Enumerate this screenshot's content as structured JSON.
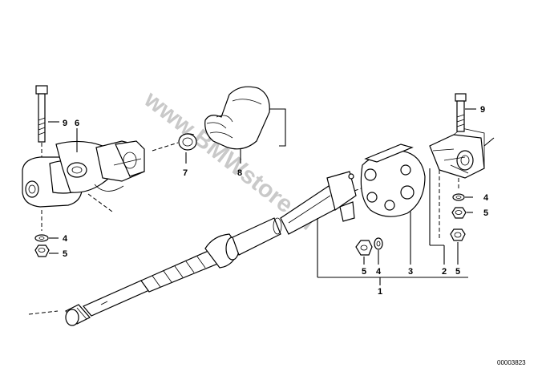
{
  "watermark": "www.BMWstore.pl",
  "diagram_code": "00003823",
  "callouts": {
    "c9_left": "9",
    "c6": "6",
    "c4_left": "4",
    "c5_left": "5",
    "c7": "7",
    "c8": "8",
    "c9_right": "9",
    "c4_right": "4",
    "c5_right": "5",
    "c3": "3",
    "c2": "2",
    "c5_bottom_right": "5",
    "c5_bottom_mid": "5",
    "c4_bottom_mid": "4",
    "c1": "1"
  }
}
